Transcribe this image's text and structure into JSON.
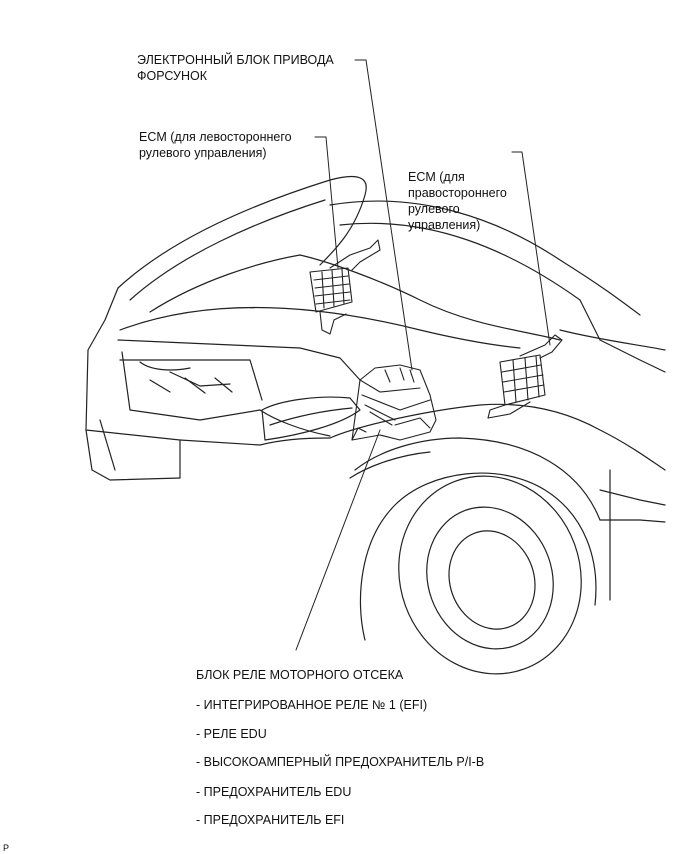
{
  "labels": {
    "injector_driver": [
      "ЭЛЕКТРОННЫЙ БЛОК ПРИВОДА",
      "ФОРСУНОК"
    ],
    "ecm_lhd": [
      "ECM (для левостороннего",
      "рулевого управления)"
    ],
    "ecm_rhd": [
      "ECM (для",
      "правостороннего",
      "рулевого",
      "управления)"
    ],
    "relay_block_title": "БЛОК РЕЛЕ МОТОРНОГО ОТСЕКА",
    "relay_block_items": [
      "- ИНТЕГРИРОВАННОЕ РЕЛЕ № 1 (EFI)",
      "- РЕЛЕ EDU",
      "- ВЫСОКОАМПЕРНЫЙ ПРЕДОХРАНИТЕЛЬ P/I-B",
      "- ПРЕДОХРАНИТЕЛЬ EDU",
      "- ПРЕДОХРАНИТЕЛЬ EFI"
    ]
  },
  "figure_code": "P",
  "colors": {
    "line": "#222222",
    "background": "#ffffff"
  }
}
